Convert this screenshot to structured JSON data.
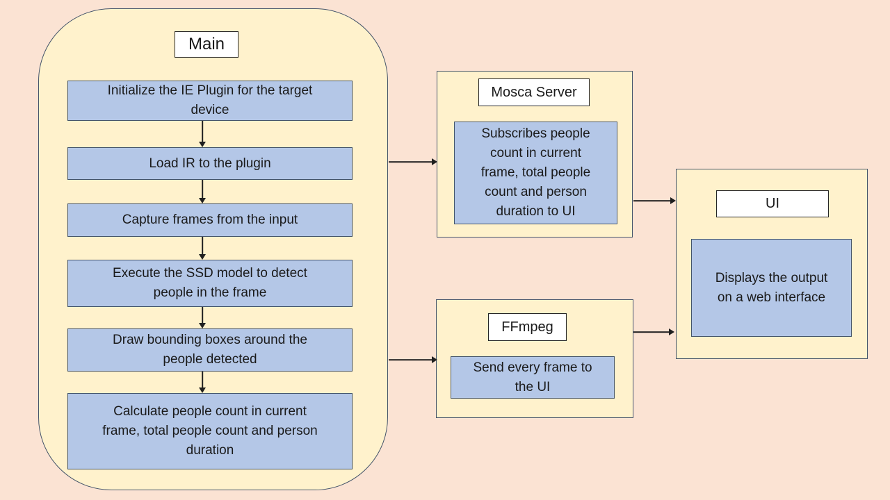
{
  "colors": {
    "background": "#fbe3d3",
    "container_fill": "#fff2cc",
    "box_fill": "#b4c7e7",
    "container_border": "#44546a",
    "title_fill": "#ffffff",
    "title_border": "#262626",
    "arrow": "#1f1f1f",
    "text": "#1a1a1a"
  },
  "main": {
    "title": "Main",
    "steps": [
      "Initialize the IE Plugin for the target\ndevice",
      "Load IR to the plugin",
      "Capture frames from the input",
      "Execute the SSD model to detect\npeople in the frame",
      "Draw bounding boxes around the\npeople detected",
      "Calculate people count in current\nframe, total people count and person\nduration"
    ]
  },
  "mosca_server": {
    "title": "Mosca Server",
    "description": "Subscribes people\ncount in current\nframe, total people\ncount and person\nduration to UI"
  },
  "ffmpeg": {
    "title": "FFmpeg",
    "description": "Send every frame to\nthe UI"
  },
  "ui": {
    "title": "UI",
    "description": "Displays the output\non a web interface"
  }
}
